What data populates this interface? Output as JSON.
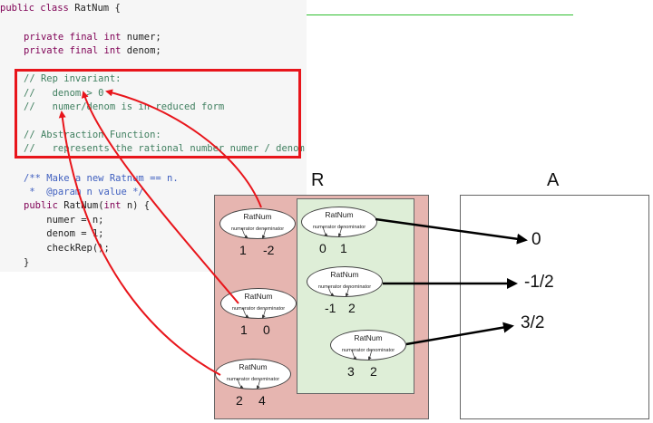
{
  "code": {
    "class_decl": {
      "kw": "public class ",
      "rest": "RatNum {"
    },
    "field_numer": {
      "kw": "private final int ",
      "rest": "numer;"
    },
    "field_denom": {
      "kw": "private final int ",
      "rest": "denom;"
    },
    "comment_rep_invariant": "// Rep invariant:",
    "comment_denom_positive": "//   denom > 0",
    "comment_reduced_form": "//   numer/denom is in reduced form",
    "comment_abstraction_function": "// Abstraction Function:",
    "comment_represents": "//   represents the rational number numer / denom",
    "javadoc_make": "/** Make a new Ratnum == n.",
    "javadoc_param": " *  @param n value */",
    "ctor": {
      "kw": "public ",
      "rest": "RatNum(",
      "kw2": "int ",
      "rest2": "n) {"
    },
    "assign_numer": "    numer = n;",
    "assign_denom": "    denom = 1;",
    "check_rep": "    checkRep();",
    "close_brace": "}"
  },
  "diagram": {
    "label_R": "R",
    "label_A": "A",
    "object_title": "RatNum",
    "object_fields": "numerator denominator",
    "objects": [
      {
        "numer": "1",
        "denom": "-2"
      },
      {
        "numer": "1",
        "denom": "0"
      },
      {
        "numer": "2",
        "denom": "4"
      },
      {
        "numer": "0",
        "denom": "1"
      },
      {
        "numer": "-1",
        "denom": "2"
      },
      {
        "numer": "3",
        "denom": "2"
      }
    ],
    "abstract_values": [
      "0",
      "-1/2",
      "3/2"
    ]
  },
  "colors": {
    "highlight_red": "#e8151b",
    "rep_box_fill": "#e6b5b0",
    "valid_box_fill": "#deeed7",
    "divider_green": "#2fbf2f"
  }
}
